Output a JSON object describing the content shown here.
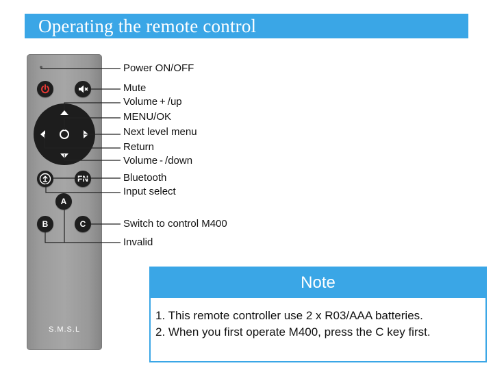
{
  "header": {
    "title": "Operating the remote control"
  },
  "remote": {
    "brand_logo": "S.M.S.L",
    "keys": {
      "fn": "FN",
      "a": "A",
      "b": "B",
      "c": "C"
    }
  },
  "labels": {
    "power": "Power ON/OFF",
    "mute": "Mute",
    "volume_up": "Volume + /up",
    "menu_ok": "MENU/OK",
    "next_level": "Next level menu",
    "return": "Return",
    "volume_down": "Volume - /down",
    "bluetooth": "Bluetooth",
    "input_select": "Input select",
    "switch_m400": "Switch to control M400",
    "invalid": "Invalid"
  },
  "note": {
    "title": "Note",
    "lines": [
      "1. This remote controller use 2 x R03/AAA batteries.",
      "2. When you first operate M400, press the C key first."
    ]
  },
  "colors": {
    "accent": "#3aa6e6",
    "power_icon": "#e53935",
    "remote_body": "#a6a6a6",
    "button": "#1e1e1e"
  },
  "icons": [
    "power-icon",
    "mute-icon",
    "bluetooth-icon"
  ]
}
